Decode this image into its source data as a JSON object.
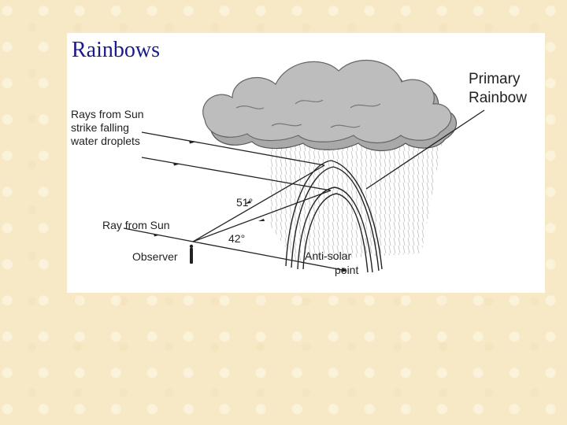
{
  "slide": {
    "title": "Rainbows"
  },
  "diagram": {
    "label_rays_line1": "Rays from Sun",
    "label_rays_line2": "strike falling",
    "label_rays_line3": "water droplets",
    "label_primary_line1": "Primary",
    "label_primary_line2": "Rainbow",
    "angle_outer": "51°",
    "angle_inner": "42°",
    "label_ray_from_sun": "Ray from Sun",
    "label_observer": "Observer",
    "label_antisolar_line1": "Anti-solar",
    "label_antisolar_line2": "point"
  }
}
